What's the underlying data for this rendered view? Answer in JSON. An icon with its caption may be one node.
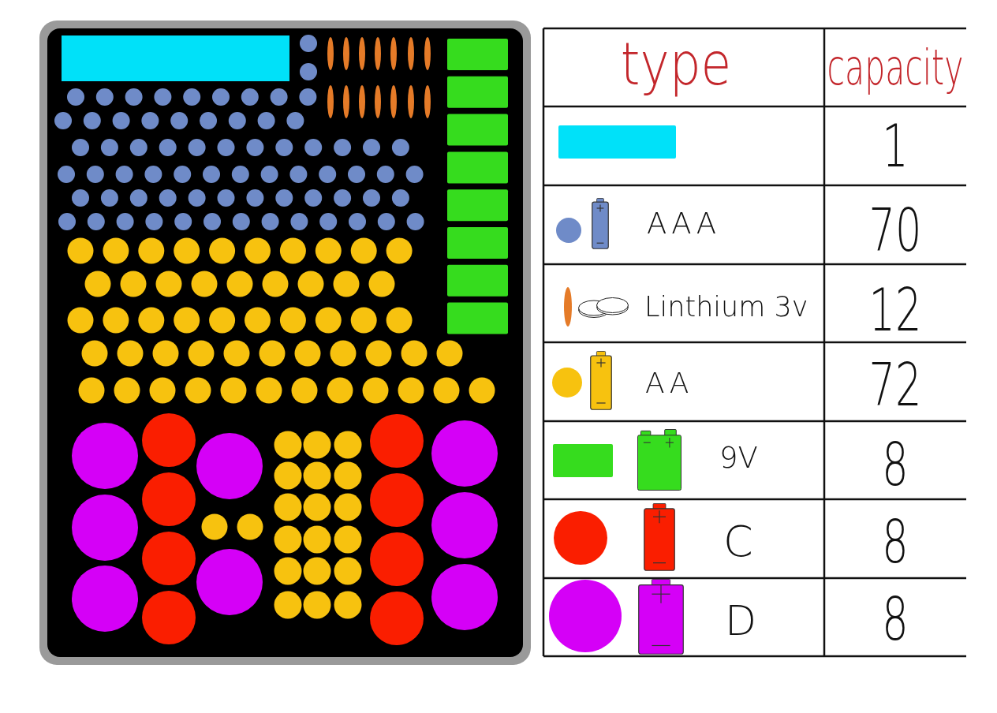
{
  "diagram": {
    "labels": [
      "type",
      "capacity",
      "1",
      "AAA",
      "70",
      "Linthium 3v",
      "12",
      "AA",
      "72",
      "9V",
      "8",
      "C",
      "8",
      "D",
      "8"
    ]
  }
}
